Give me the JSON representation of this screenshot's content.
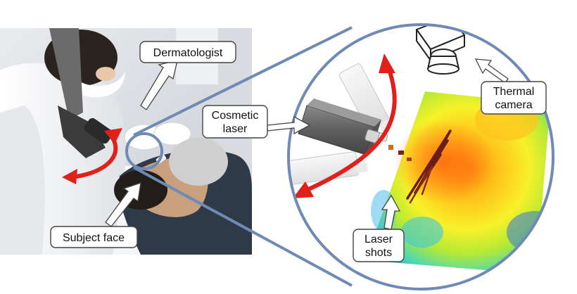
{
  "labels": {
    "dermatologist": "Dermatologist",
    "subject_face": "Subject face",
    "cosmetic_laser_line1": "Cosmetic",
    "cosmetic_laser_line2": "laser",
    "thermal_camera_line1": "Thermal",
    "thermal_camera_line2": "camera",
    "laser_shots_line1": "Laser",
    "laser_shots_line2": "shots"
  },
  "icons": {
    "camera": "thermal-camera-icon",
    "laser": "laser-handpiece-icon",
    "motion": "double-headed-curved-arrow-icon"
  },
  "colors": {
    "zoom_outline": "#6e8ab5",
    "motion_arrow": "#e0211b",
    "callout_border": "#444444",
    "callout_arrow_fill": "#ffffff",
    "thermal_hot": "#d23b12",
    "thermal_warm": "#ffd21a",
    "thermal_cool": "#2a8be2",
    "laser_trace": "#6a1d12"
  }
}
